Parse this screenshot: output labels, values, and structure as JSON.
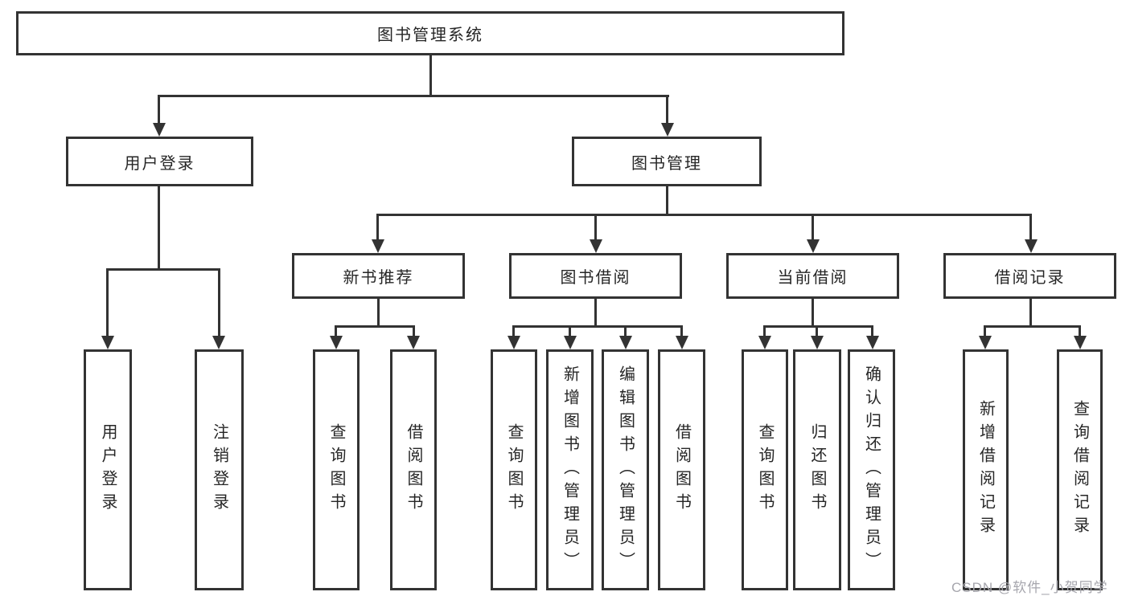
{
  "colors": {
    "line": "#333333",
    "box_border": "#333333",
    "text": "#262626",
    "watermark": "#a6a6ad",
    "background": "#ffffff"
  },
  "watermark": {
    "text": "CSDN @软件_小贺同学"
  },
  "tree": {
    "label": "图书管理系统",
    "children": [
      {
        "label": "用户登录",
        "children": [
          {
            "label": "用户登录"
          },
          {
            "label": "注销登录"
          }
        ]
      },
      {
        "label": "图书管理",
        "children": [
          {
            "label": "新书推荐",
            "children": [
              {
                "label": "查询图书"
              },
              {
                "label": "借阅图书"
              }
            ]
          },
          {
            "label": "图书借阅",
            "children": [
              {
                "label": "查询图书"
              },
              {
                "label": "新增图书（管理员）"
              },
              {
                "label": "编辑图书（管理员）"
              },
              {
                "label": "借阅图书"
              }
            ]
          },
          {
            "label": "当前借阅",
            "children": [
              {
                "label": "查询图书"
              },
              {
                "label": "归还图书"
              },
              {
                "label": "确认归还（管理员）"
              }
            ]
          },
          {
            "label": "借阅记录",
            "children": [
              {
                "label": "新增借阅记录"
              },
              {
                "label": "查询借阅记录"
              }
            ]
          }
        ]
      }
    ]
  }
}
